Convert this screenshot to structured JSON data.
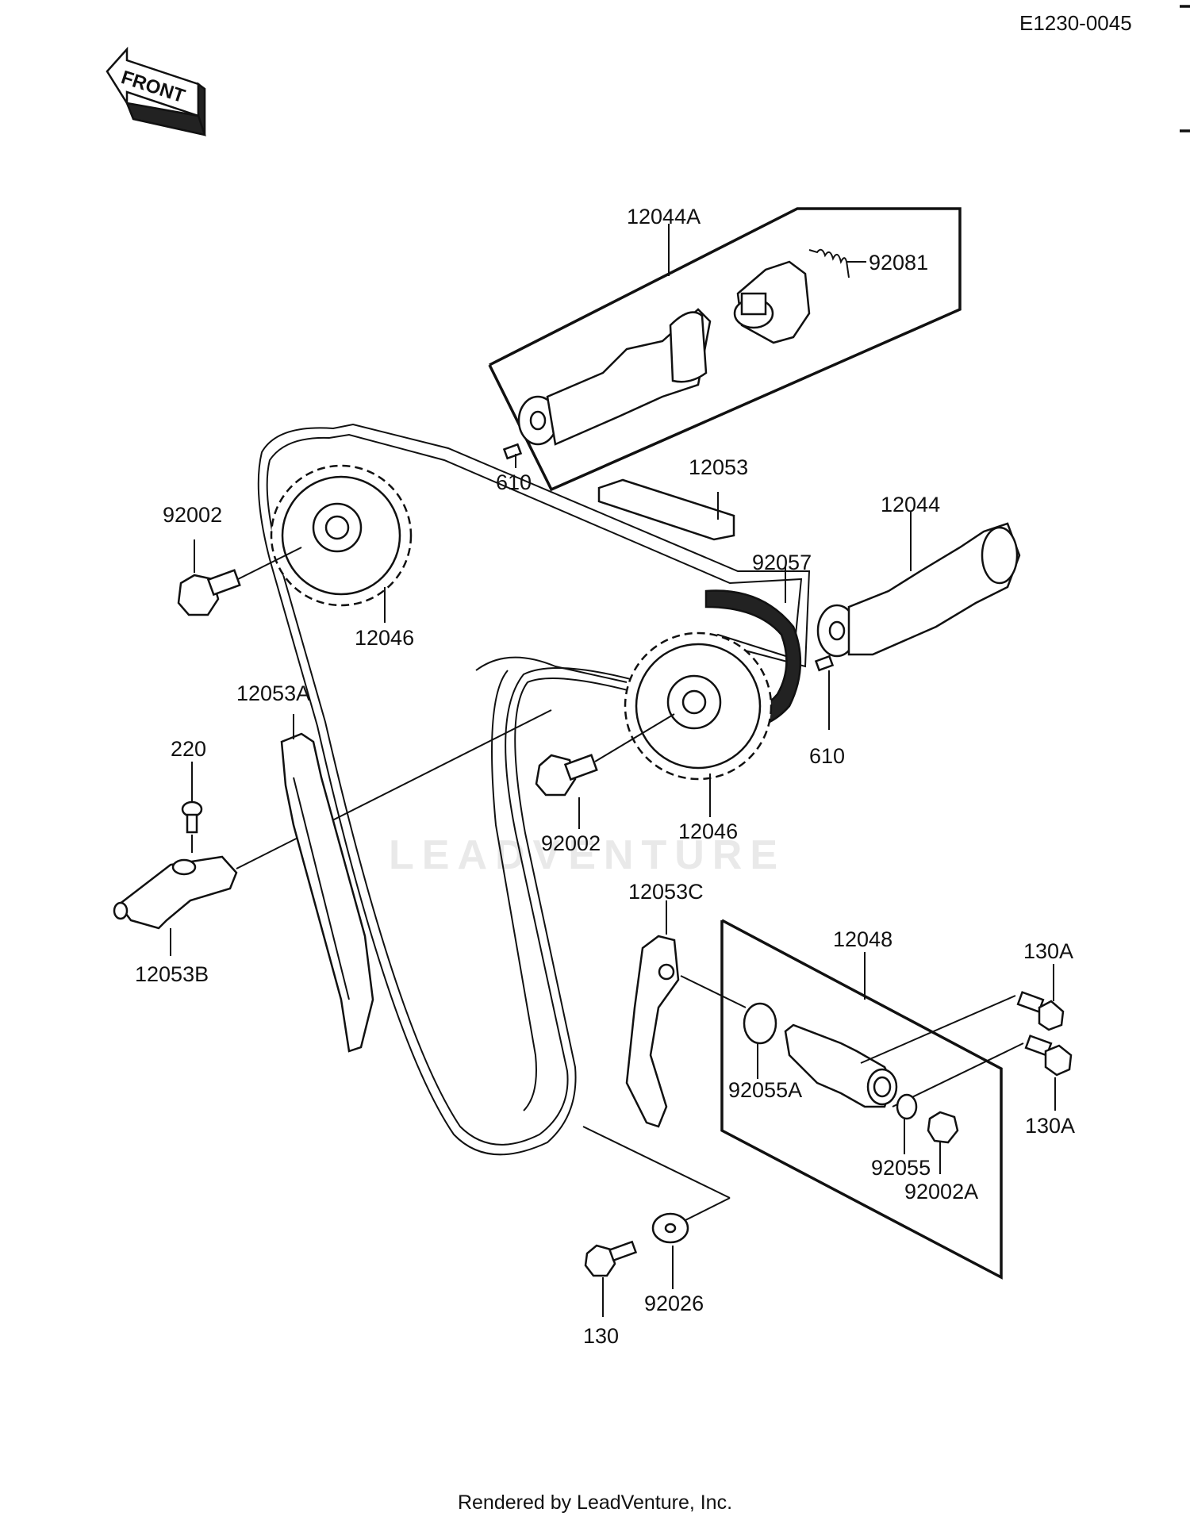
{
  "diagram_id": "E1230-0045",
  "front_label": "FRONT",
  "watermark": "LEADVENTURE",
  "footer": "Rendered by LeadVenture, Inc.",
  "part_labels": {
    "p12044A": "12044A",
    "p92081": "92081",
    "p610_top": "610",
    "p12053": "12053",
    "p92002_left": "92002",
    "p12044": "12044",
    "p92057": "92057",
    "p12046_left": "12046",
    "p12053A": "12053A",
    "p610_right": "610",
    "p220": "220",
    "p12046_right": "12046",
    "p92002_center": "92002",
    "p12053C": "12053C",
    "p12048": "12048",
    "p130A_top": "130A",
    "p12053B": "12053B",
    "p92055A": "92055A",
    "p130A_bottom": "130A",
    "p92055": "92055",
    "p92002A": "92002A",
    "p92026": "92026",
    "p130": "130"
  }
}
